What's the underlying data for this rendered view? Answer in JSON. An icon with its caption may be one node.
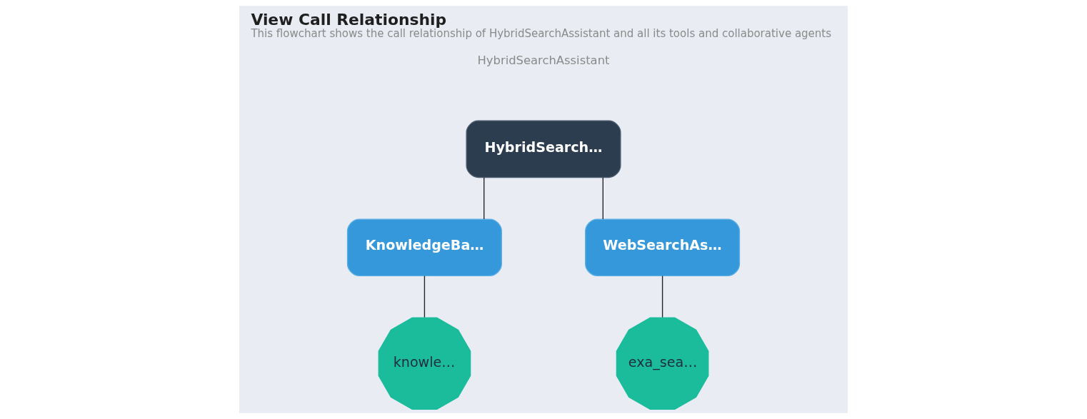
{
  "diagram": {
    "title": "View Call Relationship",
    "caption": "This flowchart shows the call relationship of HybridSearchAssistant and all its tools and collaborative agents",
    "nodes": [
      {
        "text": [
          "HybridSearch…"
        ]
      },
      {
        "text": [
          "KnowledgeBa…"
        ]
      },
      {
        "text": [
          "WebSearchAs…"
        ]
      },
      {
        "text": [
          "knowle…"
        ]
      },
      {
        "text": [
          "exa_sea…"
        ]
      }
    ],
    "edges": [
      {
        "from": 0,
        "to": 1,
        "arrow": "none"
      },
      {
        "from": 0,
        "to": 2,
        "arrow": "none"
      },
      {
        "from": 1,
        "to": 3,
        "arrow": "none"
      },
      {
        "from": 2,
        "to": 4,
        "arrow": "none"
      }
    ],
    "labels": [
      "HybridSearchAssistant"
    ]
  }
}
